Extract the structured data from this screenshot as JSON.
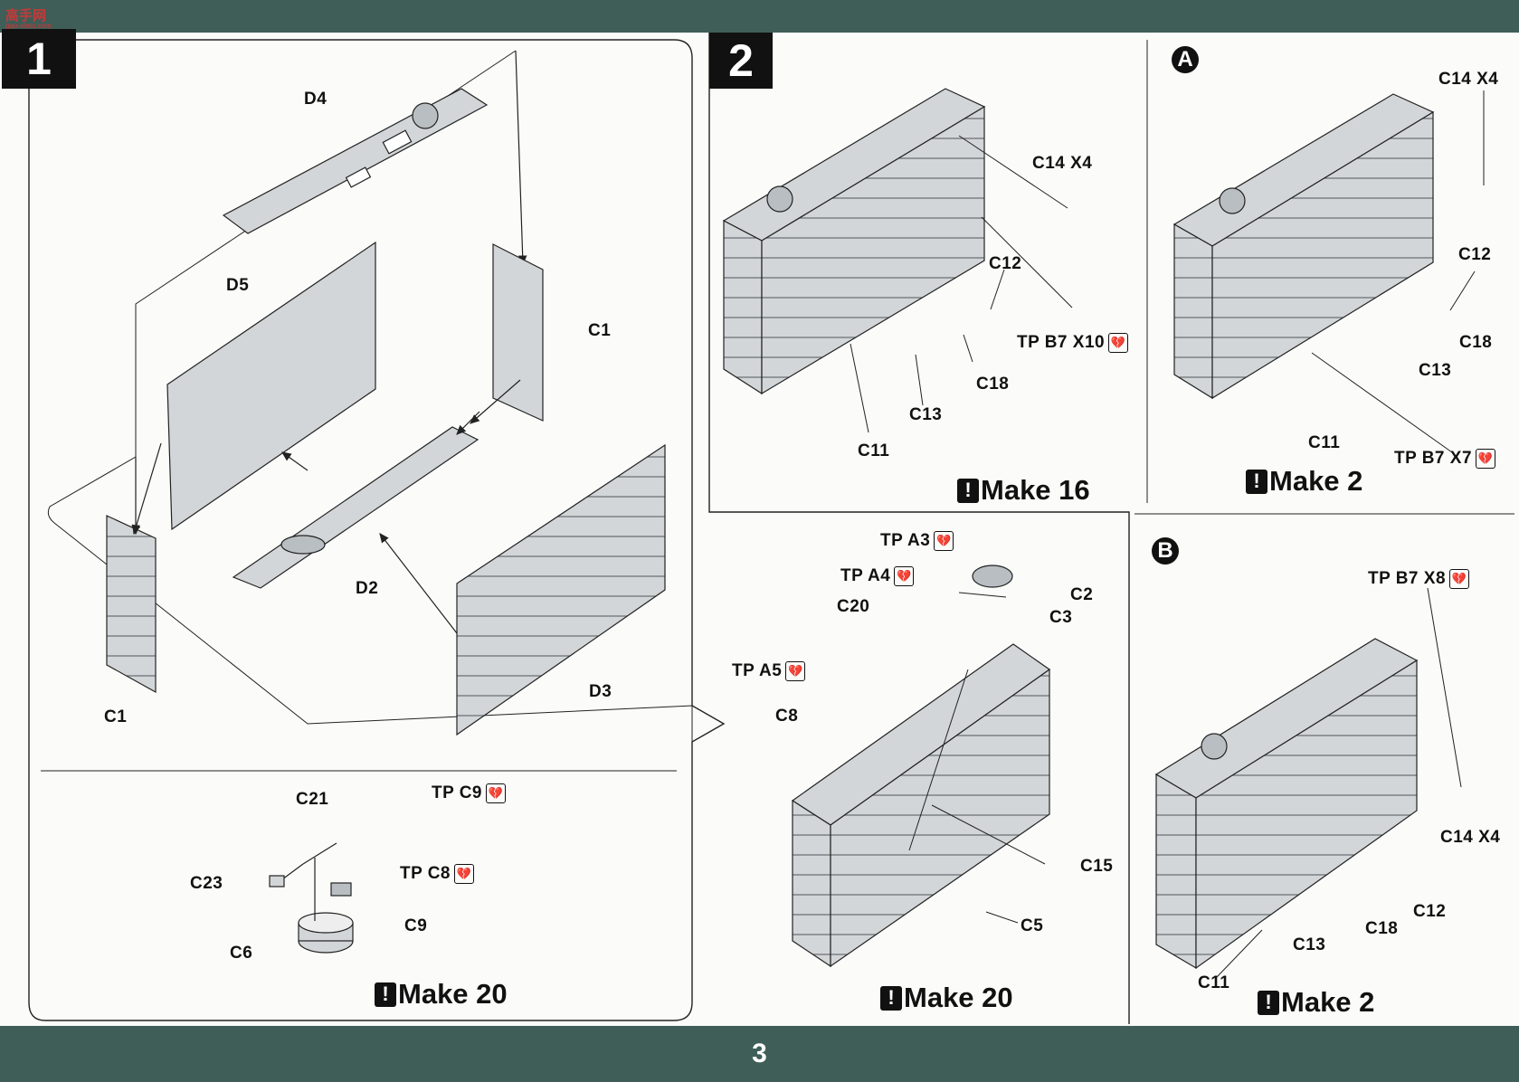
{
  "header": {
    "site_logo": "高手网",
    "site_url": "gao-shou.com"
  },
  "footer": {
    "page_number": "3"
  },
  "steps": {
    "step1": "1",
    "step2": "2"
  },
  "callouts": {
    "a": "A",
    "b": "B"
  },
  "step1": {
    "labels": {
      "d4": "D4",
      "d5": "D5",
      "c1_right": "C1",
      "d2": "D2",
      "d3": "D3",
      "c1_left": "C1"
    },
    "sub": {
      "c21": "C21",
      "tp_c9": "TP C9",
      "c23": "C23",
      "tp_c8": "TP C8",
      "c9": "C9",
      "c6": "C6",
      "make": "Make 20"
    }
  },
  "step2": {
    "c14": "C14 X4",
    "c12": "C12",
    "tp_b7": "TP B7 X10",
    "c18": "C18",
    "c13": "C13",
    "c11": "C11",
    "make": "Make 16"
  },
  "variant_a": {
    "c14": "C14 X4",
    "c12": "C12",
    "c18": "C18",
    "c13": "C13",
    "c11": "C11",
    "tp_b7": "TP B7 X7",
    "make": "Make 2"
  },
  "center": {
    "tp_a3": "TP A3",
    "tp_a4": "TP A4",
    "c2": "C2",
    "c20": "C20",
    "c3": "C3",
    "tp_a5": "TP A5",
    "c8": "C8",
    "c15": "C15",
    "c5": "C5",
    "make": "Make 20"
  },
  "variant_b": {
    "tp_b7": "TP B7 X8",
    "c14": "C14 X4",
    "c12": "C12",
    "c18": "C18",
    "c13": "C13",
    "c11": "C11",
    "make": "Make 2"
  },
  "colors": {
    "band": "#3f5e57",
    "part_fill": "#d3d6d8",
    "part_fill_dark": "#b9bec2",
    "line": "#222222"
  },
  "icons": {
    "warning": "exclamation-icon",
    "adhesive": "broken-heart-icon"
  }
}
